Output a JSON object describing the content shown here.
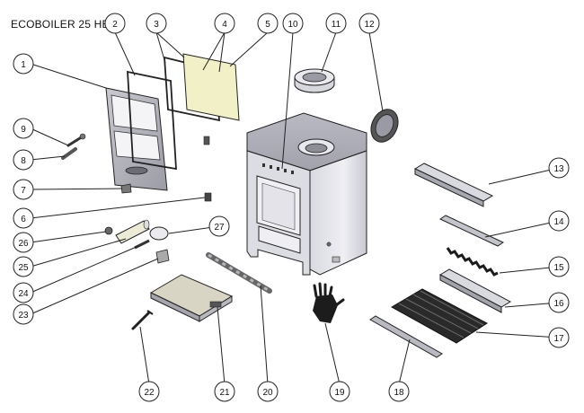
{
  "title": "ECOBOILER 25 HE",
  "callouts": [
    "1",
    "2",
    "3",
    "4",
    "5",
    "10",
    "11",
    "12",
    "9",
    "8",
    "7",
    "6",
    "26",
    "25",
    "24",
    "23",
    "22",
    "21",
    "20",
    "19",
    "18",
    "13",
    "14",
    "15",
    "16",
    "17",
    "27"
  ],
  "colors": {
    "stroke": "#222222",
    "body_light": "#e6e6ec",
    "body_mid": "#cfcfd8",
    "body_dark": "#9a9aa4",
    "glass": "#f2f0c6",
    "grate": "#2a2a2a"
  }
}
